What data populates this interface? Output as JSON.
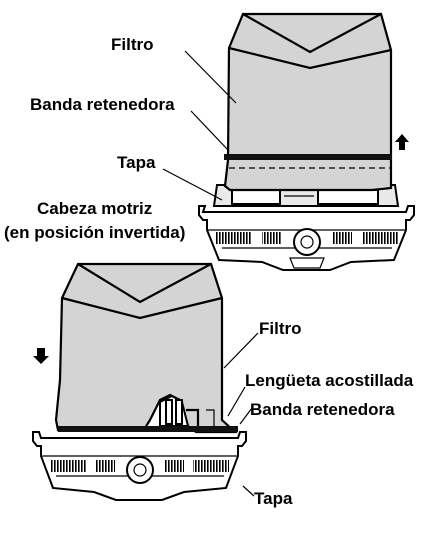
{
  "labels": {
    "top_filtro": "Filtro",
    "top_banda": "Banda retenedora",
    "top_tapa": "Tapa",
    "cabeza_line1": "Cabeza motriz",
    "cabeza_line2": "(en posición invertida)",
    "bottom_filtro": "Filtro",
    "lengueta": "Lengüeta acostillada",
    "bottom_banda": "Banda retenedora",
    "bottom_tapa": "Tapa"
  },
  "arrows": {
    "top": "up",
    "bottom": "down"
  },
  "colors": {
    "filter_fill": "#d4d4d4",
    "line": "#000000",
    "background": "#ffffff"
  }
}
